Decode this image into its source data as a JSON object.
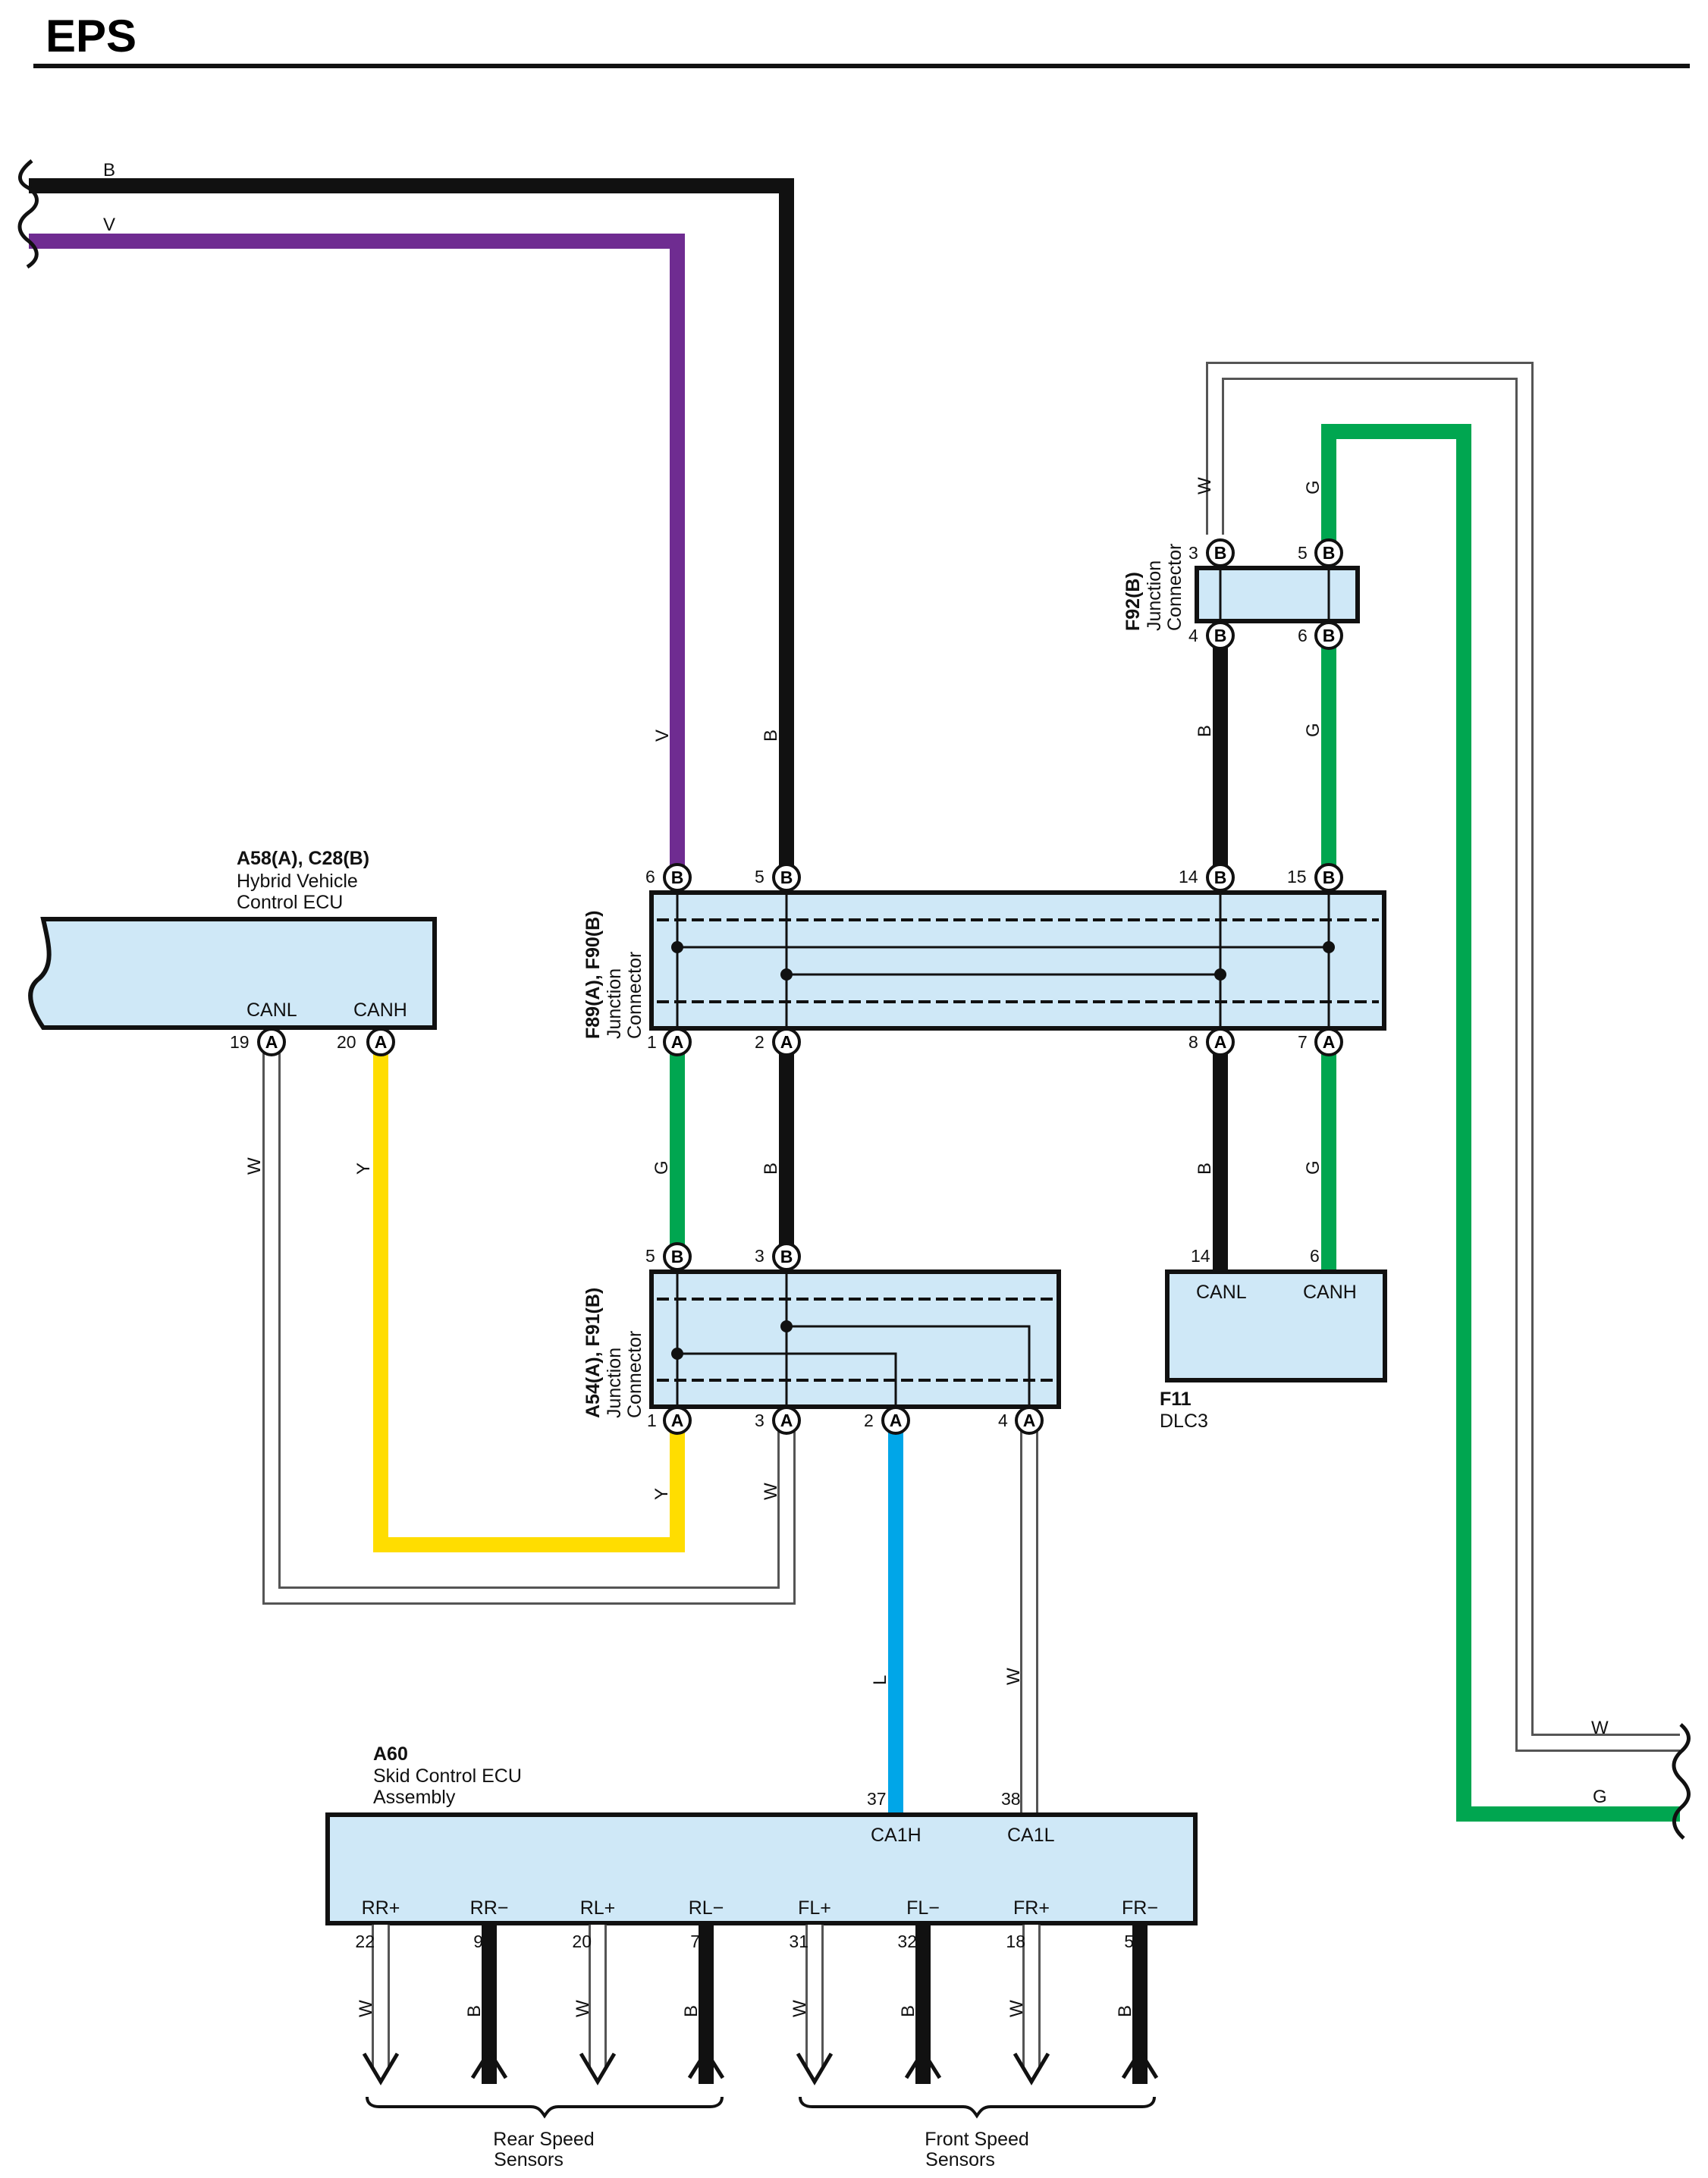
{
  "title": "EPS",
  "colors": {
    "black": "#111111",
    "violet": "#6f2c91",
    "green": "#00a650",
    "yellow": "#ffdd00",
    "blue": "#00a6e8",
    "white_outline": "#555555",
    "box_fill": "#cfe8f7"
  },
  "components": {
    "hv_ecu": {
      "id": "A58(A), C28(B)",
      "name_line1": "Hybrid Vehicle",
      "name_line2": "Control ECU",
      "pin_canl": "CANL",
      "pin_canh": "CANH",
      "pin19": "19",
      "pin20": "20",
      "conn": "A"
    },
    "f89": {
      "id": "F89(A), F90(B)",
      "name_line1": "Junction",
      "name_line2": "Connector",
      "top_pins": [
        "6",
        "5",
        "14",
        "15"
      ],
      "bottom_pins": [
        "1",
        "2",
        "8",
        "7"
      ],
      "top_conn": "B",
      "bottom_conn": "A"
    },
    "f92": {
      "id": "F92(B)",
      "name_line1": "Junction",
      "name_line2": "Connector",
      "top_pins": [
        "3",
        "5"
      ],
      "bottom_pins": [
        "4",
        "6"
      ],
      "conn": "B"
    },
    "a54": {
      "id": "A54(A), F91(B)",
      "name_line1": "Junction",
      "name_line2": "Connector",
      "top_pins": [
        "5",
        "3"
      ],
      "bottom_pins": [
        "1",
        "3",
        "2",
        "4"
      ],
      "top_conn": "B",
      "bottom_conn": "A"
    },
    "f11": {
      "id": "F11",
      "name": "DLC3",
      "pin14": "14",
      "pin6": "6",
      "canl": "CANL",
      "canh": "CANH"
    },
    "a60": {
      "id": "A60",
      "name_line1": "Skid Control ECU",
      "name_line2": "Assembly",
      "pin37": "37",
      "pin38": "38",
      "ca1h": "CA1H",
      "ca1l": "CA1L",
      "bottom": [
        {
          "sig": "RR+",
          "pin": "22",
          "wire": "W"
        },
        {
          "sig": "RR−",
          "pin": "9",
          "wire": "B"
        },
        {
          "sig": "RL+",
          "pin": "20",
          "wire": "W"
        },
        {
          "sig": "RL−",
          "pin": "7",
          "wire": "B"
        },
        {
          "sig": "FL+",
          "pin": "31",
          "wire": "W"
        },
        {
          "sig": "FL−",
          "pin": "32",
          "wire": "B"
        },
        {
          "sig": "FR+",
          "pin": "18",
          "wire": "W"
        },
        {
          "sig": "FR−",
          "pin": "5",
          "wire": "B"
        }
      ]
    }
  },
  "wire_labels": {
    "top_b": "B",
    "top_v": "V",
    "right_w": "W",
    "right_g": "G",
    "v_vert": "V",
    "b_vert": "B",
    "f92_w": "W",
    "f92_g_top": "G",
    "f92_b_low": "B",
    "f92_g_low": "G",
    "hv_w": "W",
    "hv_y": "Y",
    "j_g": "G",
    "j_b": "B",
    "dlc_b": "B",
    "dlc_g": "G",
    "a54_y": "Y",
    "a54_w": "W",
    "a54_l": "L",
    "a54_w2": "W"
  },
  "groups": {
    "rear_line1": "Rear Speed",
    "rear_line2": "Sensors",
    "front_line1": "Front Speed",
    "front_line2": "Sensors"
  }
}
